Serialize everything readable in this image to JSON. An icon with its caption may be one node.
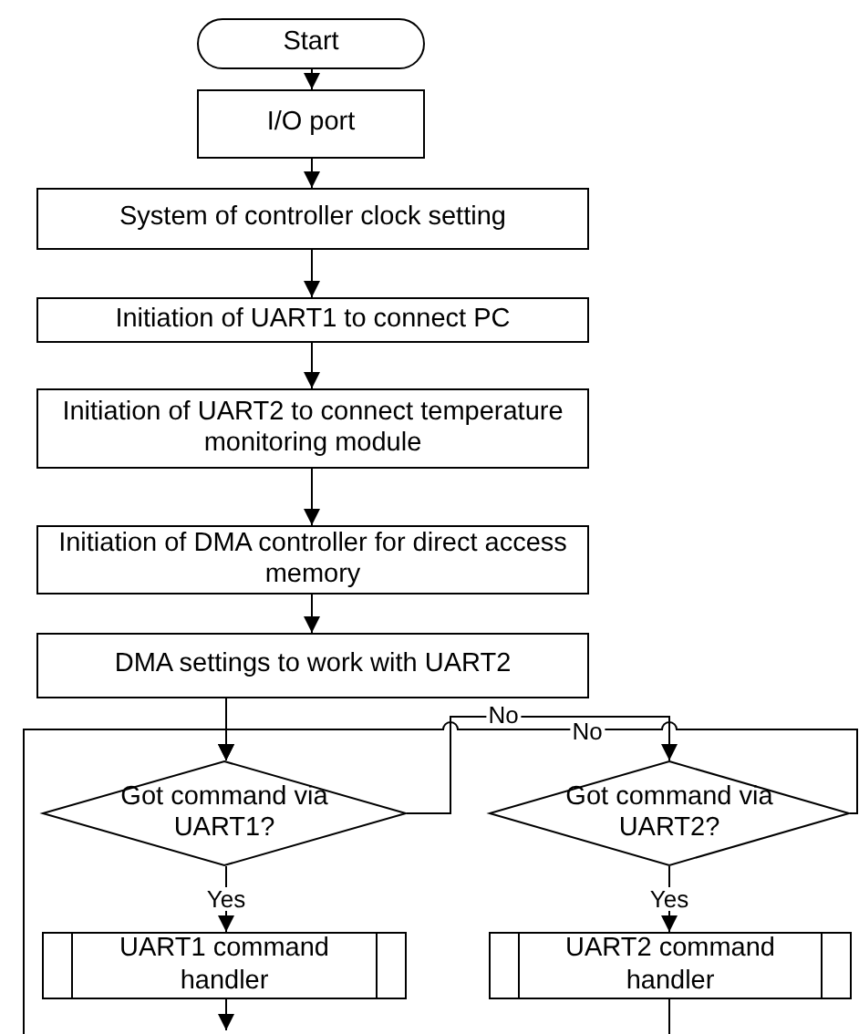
{
  "diagram": {
    "nodes": [
      {
        "text": [
          "Start"
        ]
      },
      {
        "text": [
          "I/O port"
        ]
      },
      {
        "text": [
          "System of controller clock setting"
        ]
      },
      {
        "text": [
          "Initiation of UART1 to connect PC"
        ]
      },
      {
        "text": [
          "Initiation of UART2 to connect temperature monitoring module"
        ]
      },
      {
        "text": [
          "Initiation of DMA controller for direct access memory"
        ]
      },
      {
        "text": [
          "DMA settings to work with UART2"
        ]
      },
      {
        "text": [
          "Got command via UART1?"
        ]
      },
      {
        "text": [
          "Got command via UART2?"
        ]
      },
      {
        "text": [
          "UART1 command handler"
        ]
      },
      {
        "text": [
          "UART2 command handler"
        ]
      }
    ],
    "edges": [
      {
        "from": 0,
        "to": 1,
        "arrow": "to"
      },
      {
        "from": 1,
        "to": 2,
        "arrow": "to"
      },
      {
        "from": 2,
        "to": 3,
        "arrow": "to"
      },
      {
        "from": 3,
        "to": 4,
        "arrow": "to"
      },
      {
        "from": 4,
        "to": 5,
        "arrow": "to"
      },
      {
        "from": 5,
        "to": 6,
        "arrow": "to"
      },
      {
        "from": 6,
        "to": 7,
        "arrow": "to"
      },
      {
        "from": 7,
        "to": 8,
        "arrow": "to",
        "label": "No"
      },
      {
        "from": 8,
        "to": 7,
        "arrow": "to",
        "label": "No"
      },
      {
        "from": 7,
        "to": 9,
        "arrow": "to",
        "label": "Yes"
      },
      {
        "from": 8,
        "to": 10,
        "arrow": "to",
        "label": "Yes"
      },
      {
        "from": 9,
        "to": null,
        "arrow": "to"
      },
      {
        "from": 10,
        "to": null,
        "arrow": "none"
      },
      {
        "from": null,
        "to": 7,
        "arrow": "to"
      }
    ]
  }
}
